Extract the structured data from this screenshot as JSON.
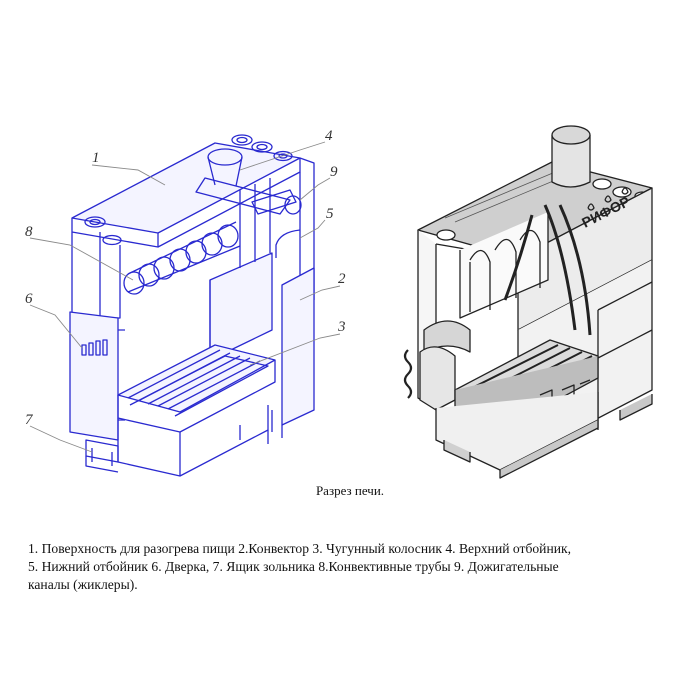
{
  "figure": {
    "callouts": [
      "1",
      "4",
      "9",
      "8",
      "5",
      "2",
      "6",
      "3",
      "7"
    ],
    "brand_text": "РИФОР",
    "colors": {
      "left_drawing": "#2a2ad0",
      "right_drawing": "#222222",
      "leader": "#888888"
    }
  },
  "caption": "Разрез печи.",
  "legend": {
    "line1": "1. Поверхность для разогрева пищи 2.Конвектор  3. Чугунный колосник 4. Верхний отбойник,",
    "line2": "5. Нижний отбойник 6. Дверка, 7. Ящик зольника 8.Конвективные трубы 9. Дожигательные",
    "line3": "каналы (жиклеры)."
  }
}
